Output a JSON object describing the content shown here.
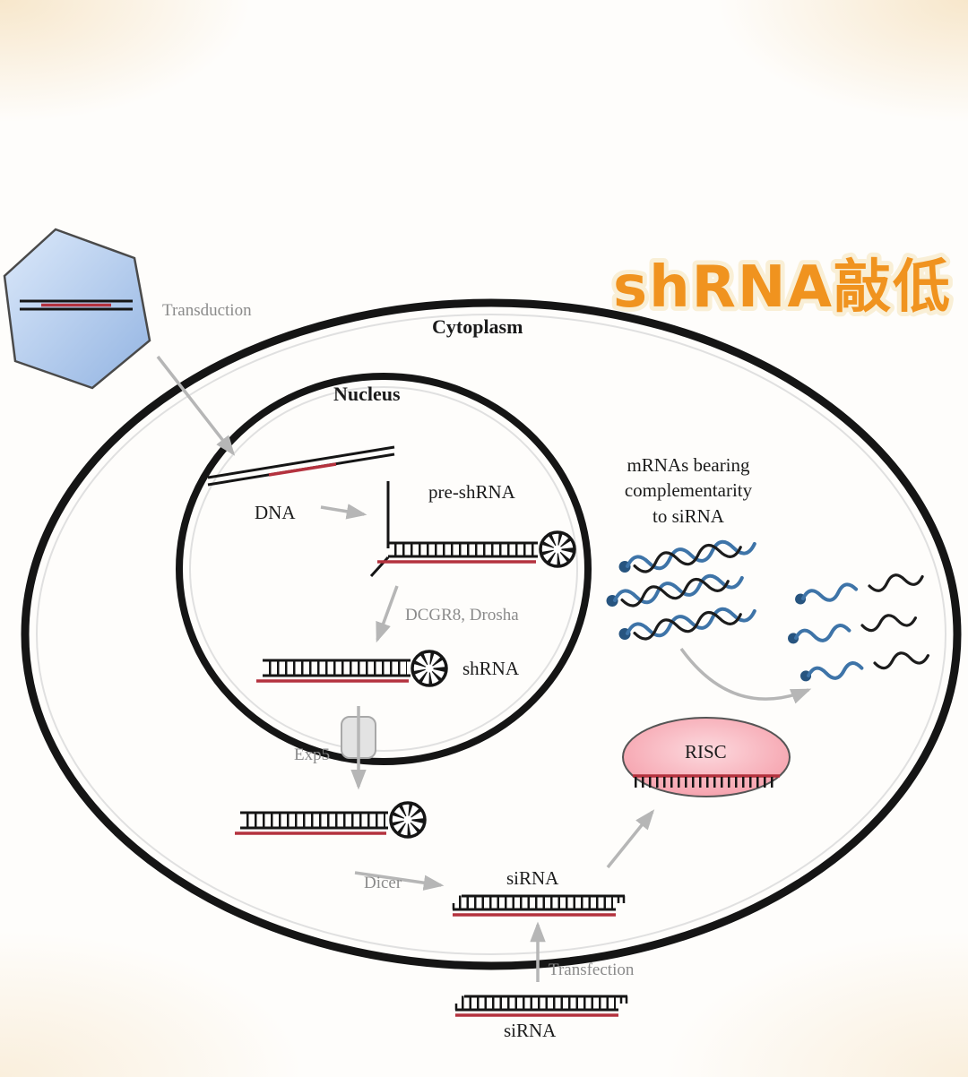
{
  "labels": {
    "title": "shRNA敲低",
    "cytoplasm": "Cytoplasm",
    "nucleus": "Nucleus",
    "dna": "DNA",
    "pre_shrna": "pre-shRNA",
    "drosha": "DCGR8, Drosha",
    "shrna": "shRNA",
    "transduction": "Transduction",
    "exp5": "Exp5",
    "dicer": "Dicer",
    "sirna_cytoplasm": "siRNA",
    "risc": "RISC",
    "mrna_caption": "mRNAs bearing\ncomplementarity\nto siRNA",
    "transfection": "Transfection",
    "sirna_outside": "siRNA"
  },
  "colors": {
    "membrane": "#151515",
    "red_strand": "#b4323e",
    "mrna_blue": "#3e74a8",
    "mrna_dot_blue": "#27547f",
    "risc_pink": "#f6a9b4",
    "arrow_gray": "#b6b6b6",
    "virus_blue": "#aac7ec",
    "title_orange": "#f0931f",
    "title_outline": "#f9efd6"
  }
}
